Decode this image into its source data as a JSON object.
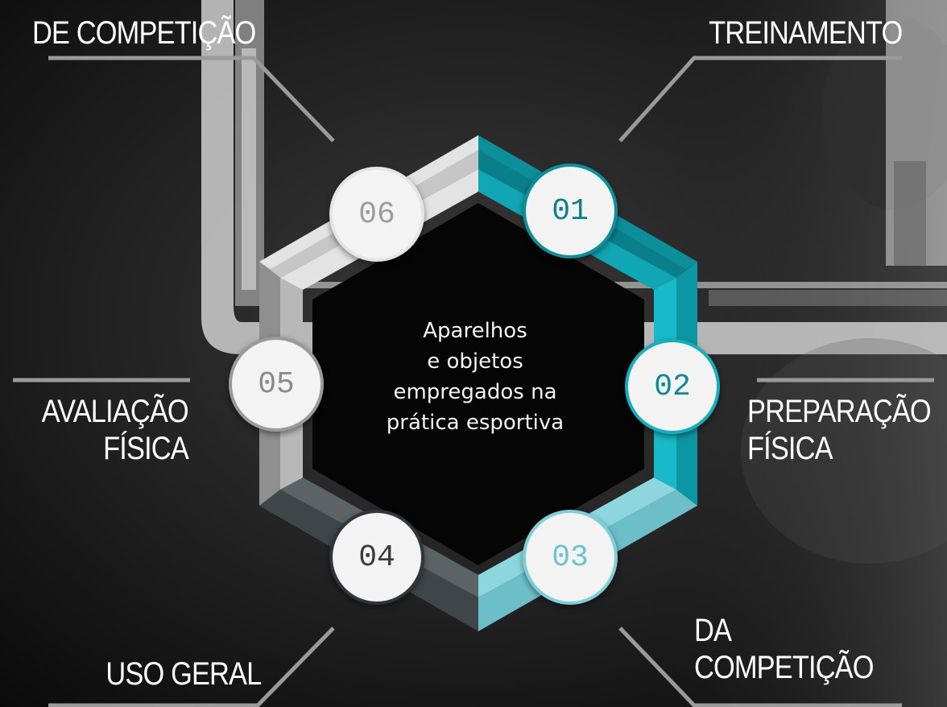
{
  "diagram": {
    "center_text": [
      "Aparelhos",
      "e objetos",
      "empregados na",
      "prática esportiva"
    ],
    "nodes": [
      {
        "number": "01",
        "label": [
          "TREINAMENTO"
        ],
        "color": "#0b8f9a"
      },
      {
        "number": "02",
        "label": [
          "PREPARAÇÃO",
          "FÍSICA"
        ],
        "color": "#16aebd"
      },
      {
        "number": "03",
        "label": [
          "DA",
          "COMPETIÇÃO"
        ],
        "color": "#7fcfd8"
      },
      {
        "number": "04",
        "label": [
          "USO GERAL"
        ],
        "color": "#4a5256"
      },
      {
        "number": "05",
        "label": [
          "AVALIAÇÃO",
          "FÍSICA"
        ],
        "color": "#a9a9a9"
      },
      {
        "number": "06",
        "label": [
          "DE COMPETIÇÃO"
        ],
        "color": "#d4d4d4"
      }
    ]
  }
}
